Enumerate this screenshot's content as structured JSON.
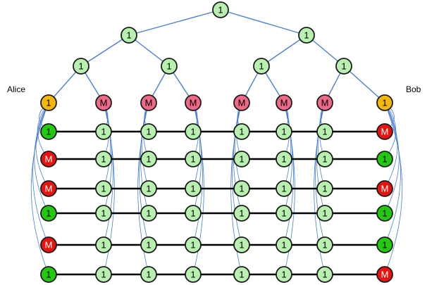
{
  "labels": {
    "left": "Alice",
    "right": "Bob"
  },
  "colors": {
    "edge": "#4A7FD6",
    "rail": "#000000",
    "node_stroke": "#1a1a1a",
    "light_green": "#B8F0B0",
    "bright_green": "#22C90F",
    "red": "#E8130F",
    "pink": "#EE6987",
    "orange": "#F4B80C"
  },
  "tree": {
    "root": "1",
    "level1": [
      "1",
      "1"
    ],
    "level2": [
      "1",
      "1",
      "1",
      "1"
    ],
    "leaves": [
      {
        "label": "1",
        "color": "orange"
      },
      {
        "label": "M",
        "color": "pink"
      },
      {
        "label": "M",
        "color": "pink"
      },
      {
        "label": "M",
        "color": "pink"
      },
      {
        "label": "M",
        "color": "pink"
      },
      {
        "label": "M",
        "color": "pink"
      },
      {
        "label": "M",
        "color": "pink"
      },
      {
        "label": "1",
        "color": "orange"
      }
    ]
  },
  "rows": [
    {
      "left": {
        "label": "1",
        "color": "bright_green"
      },
      "middle": [
        "1",
        "1",
        "1",
        "1",
        "1",
        "1"
      ],
      "right": {
        "label": "M",
        "color": "red"
      }
    },
    {
      "left": {
        "label": "M",
        "color": "red"
      },
      "middle": [
        "1",
        "1",
        "1",
        "1",
        "1",
        "1"
      ],
      "right": {
        "label": "1",
        "color": "bright_green"
      }
    },
    {
      "left": {
        "label": "M",
        "color": "red"
      },
      "middle": [
        "1",
        "1",
        "1",
        "1",
        "1",
        "1"
      ],
      "right": {
        "label": "M",
        "color": "red"
      }
    },
    {
      "left": {
        "label": "1",
        "color": "bright_green"
      },
      "middle": [
        "1",
        "1",
        "1",
        "1",
        "1",
        "1"
      ],
      "right": {
        "label": "1",
        "color": "bright_green"
      }
    },
    {
      "left": {
        "label": "M",
        "color": "red"
      },
      "middle": [
        "1",
        "1",
        "1",
        "1",
        "1",
        "1"
      ],
      "right": {
        "label": "1",
        "color": "bright_green"
      }
    },
    {
      "left": {
        "label": "1",
        "color": "bright_green"
      },
      "middle": [
        "1",
        "1",
        "1",
        "1",
        "1",
        "1"
      ],
      "right": {
        "label": "M",
        "color": "red"
      }
    }
  ]
}
